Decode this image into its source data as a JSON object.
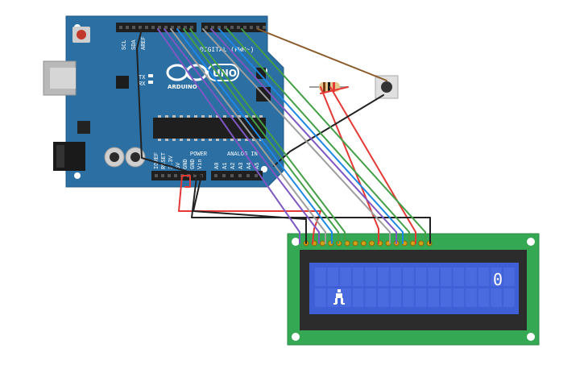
{
  "board": {
    "brand": "ARDUINO",
    "model": "UNO",
    "header_digital_label": "DIGITAL (PWM~)",
    "header_power_label": "POWER",
    "header_analog_label": "ANALOG IN",
    "top_pin_labels": [
      "SCL",
      "SDA",
      "AREF"
    ],
    "power_pin_labels": [
      "IOREF",
      "RESET",
      "3.3V",
      "5V",
      "GND",
      "GND",
      "Vin"
    ],
    "analog_pin_labels": [
      "A0",
      "A1",
      "A2",
      "A3",
      "A4",
      "A5"
    ],
    "led_labels": [
      "TX",
      "RX"
    ]
  },
  "lcd": {
    "display_value": "0",
    "character_glyph": "player-sprite",
    "backlight_color": "#3f5fd6",
    "pcb_color": "#34a853"
  },
  "components": {
    "resistor": "resistor",
    "pushbutton": "pushbutton"
  },
  "colors": {
    "board": "#2b6fa3",
    "wire_red": "#e53935",
    "wire_black": "#222222",
    "wire_brown": "#8b5a2b",
    "wire_green": "#43a047",
    "wire_blue": "#1e88e5",
    "wire_purple": "#7e57c2",
    "wire_gray": "#9e9e9e"
  }
}
